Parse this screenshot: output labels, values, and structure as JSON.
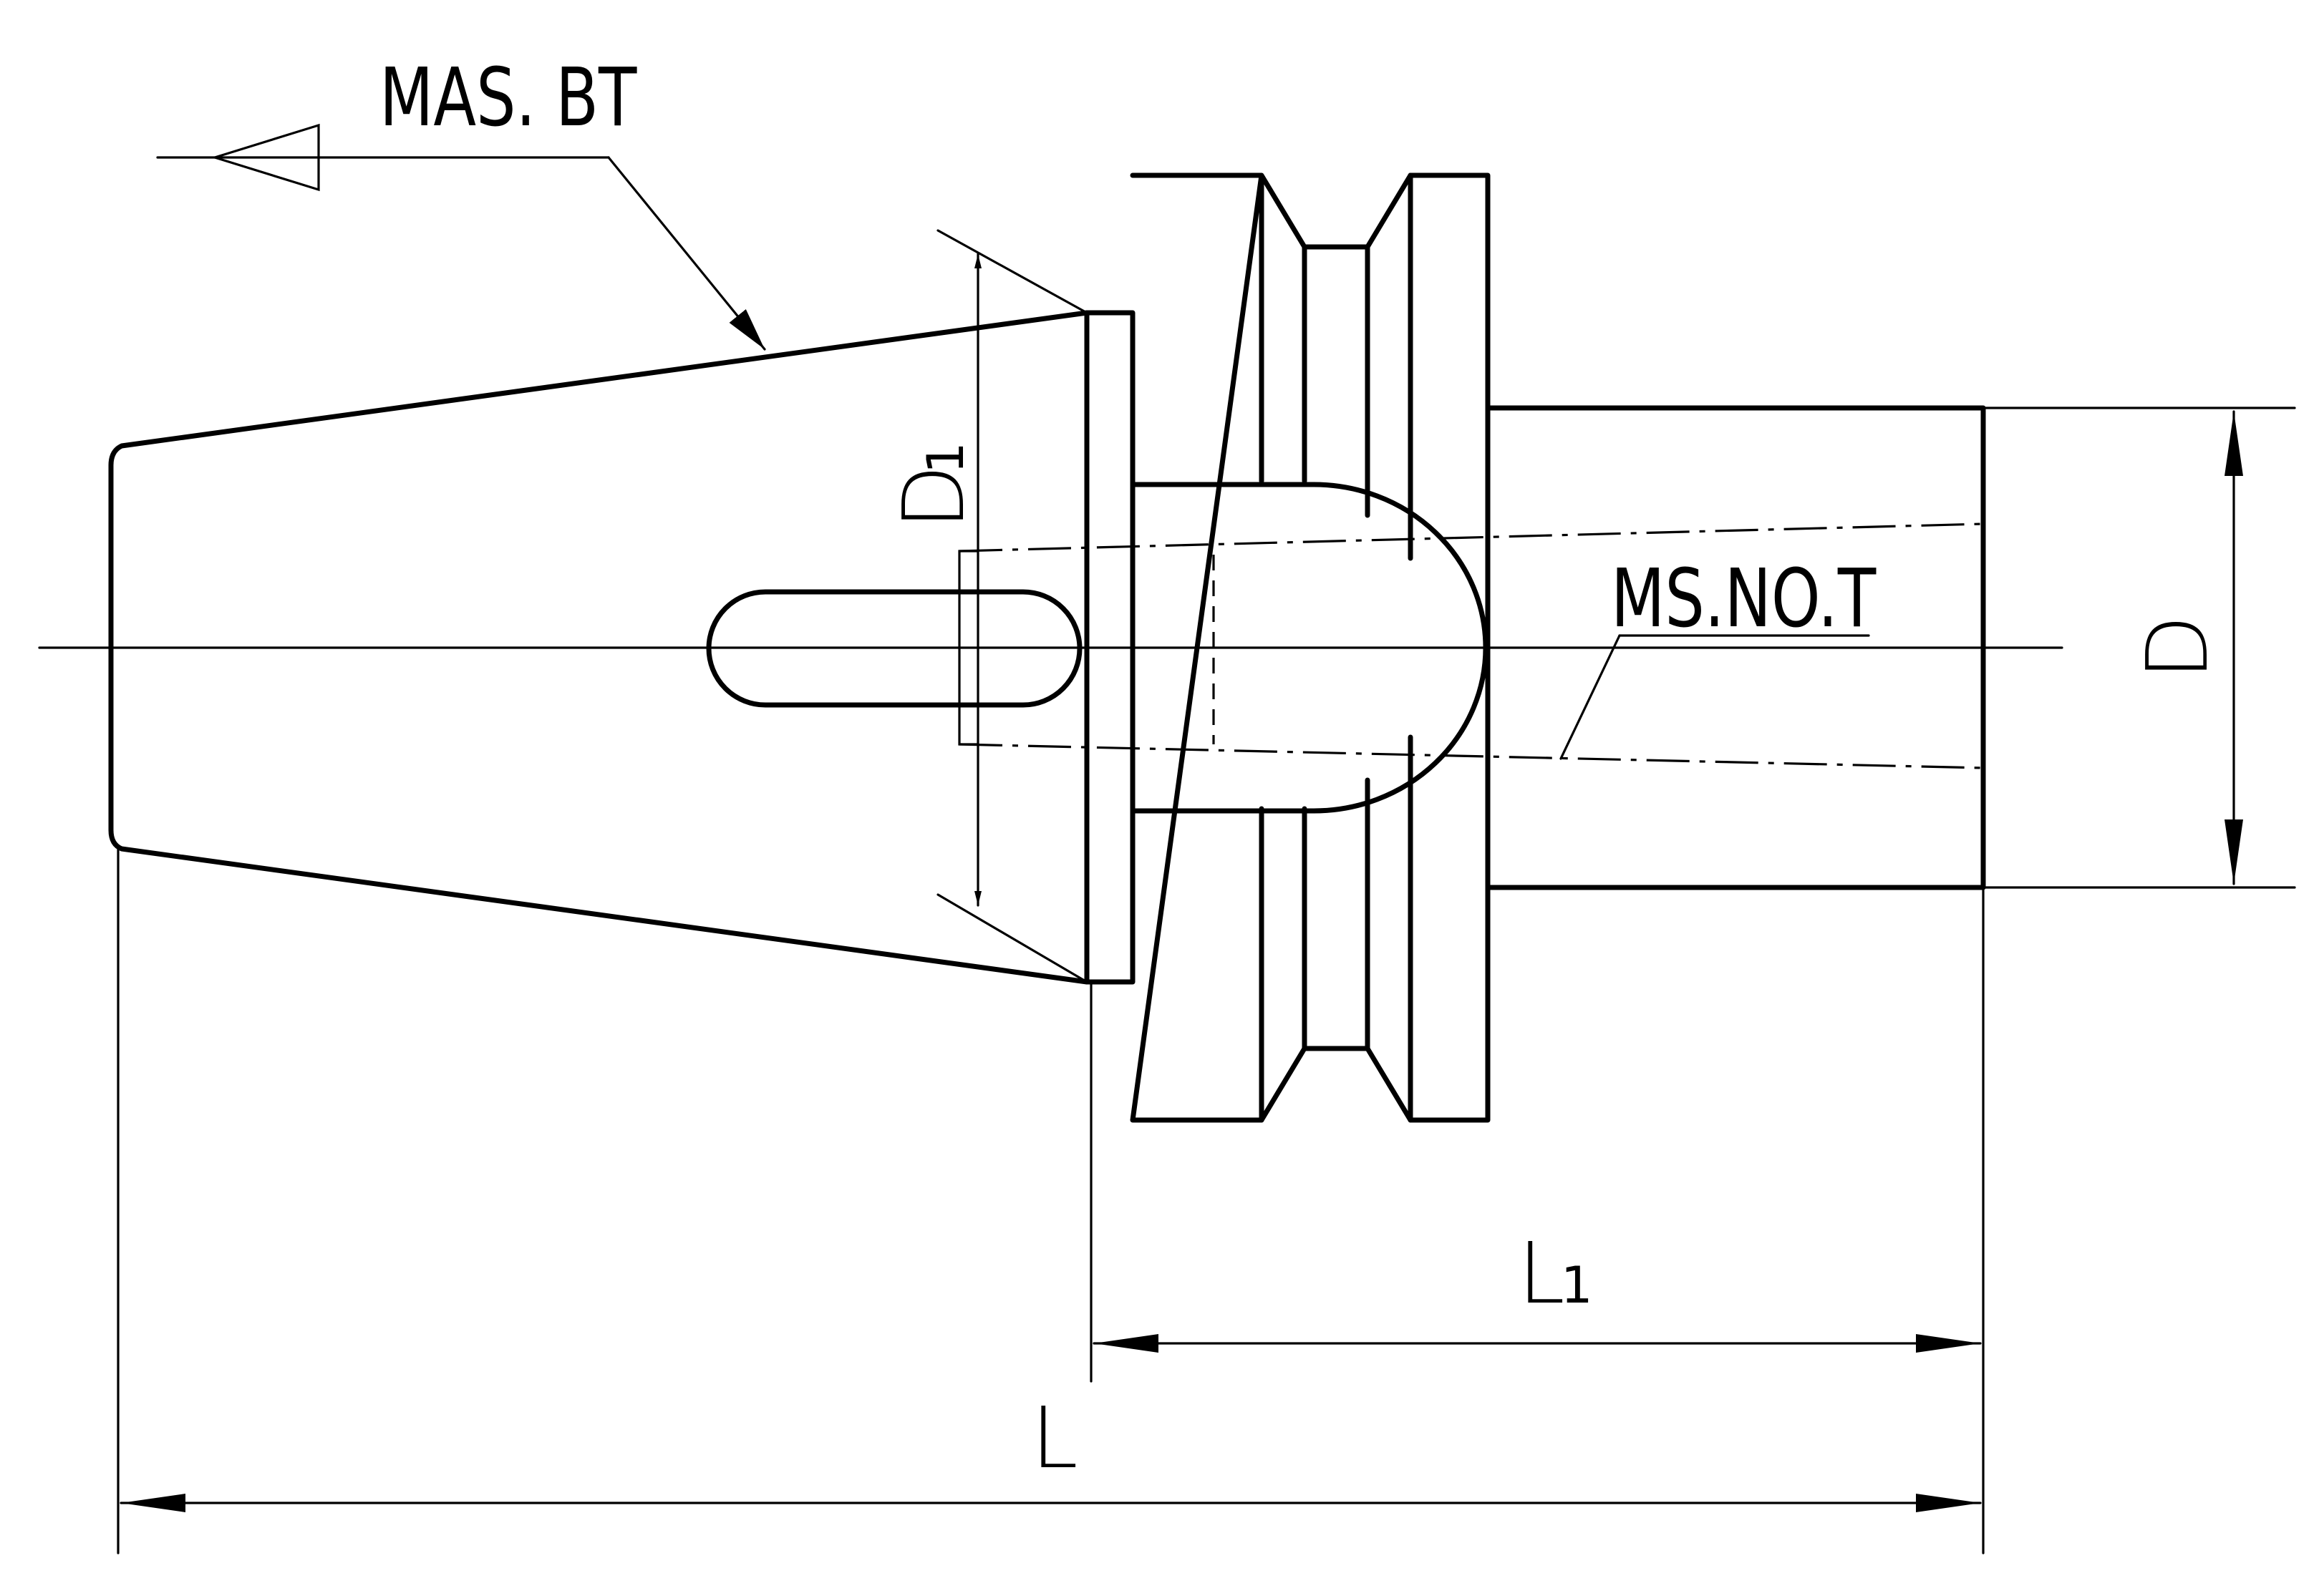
{
  "labels": {
    "taper_standard": "MAS. BT",
    "bore_taper": "MS.NO.T",
    "outer_diameter": "D",
    "flange_diameter": "D",
    "flange_diameter_sub": "1",
    "shank_length": "L",
    "shank_length_sub": "1",
    "overall_length": "L"
  }
}
